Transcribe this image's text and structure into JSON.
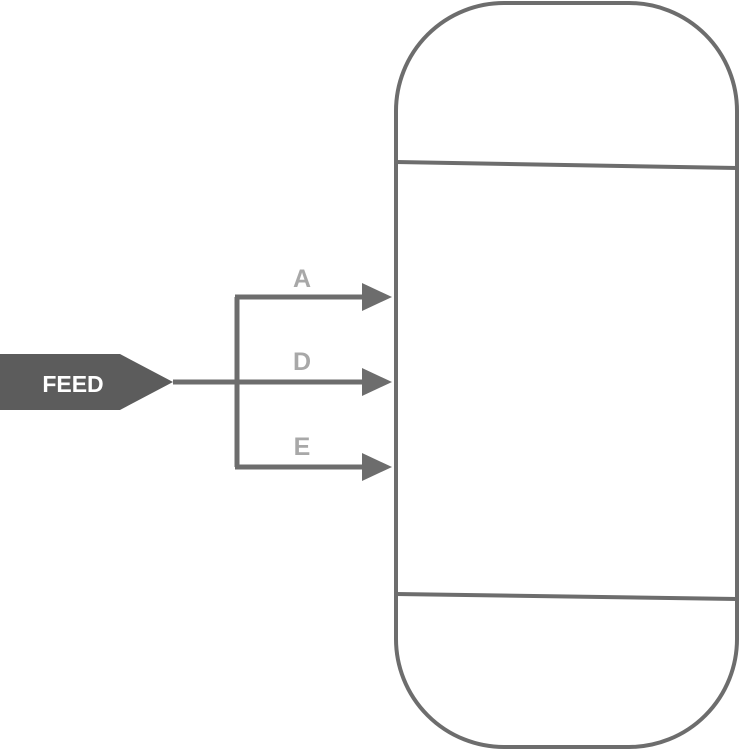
{
  "feed": {
    "label": "FEED"
  },
  "inlets": [
    {
      "label": "A"
    },
    {
      "label": "D"
    },
    {
      "label": "E"
    }
  ],
  "colors": {
    "line": "#6d6d6d",
    "feed_fill": "#5c5c5c",
    "feed_text": "#ffffff",
    "inlet_label": "#a8a8a8",
    "background": "#ffffff"
  }
}
